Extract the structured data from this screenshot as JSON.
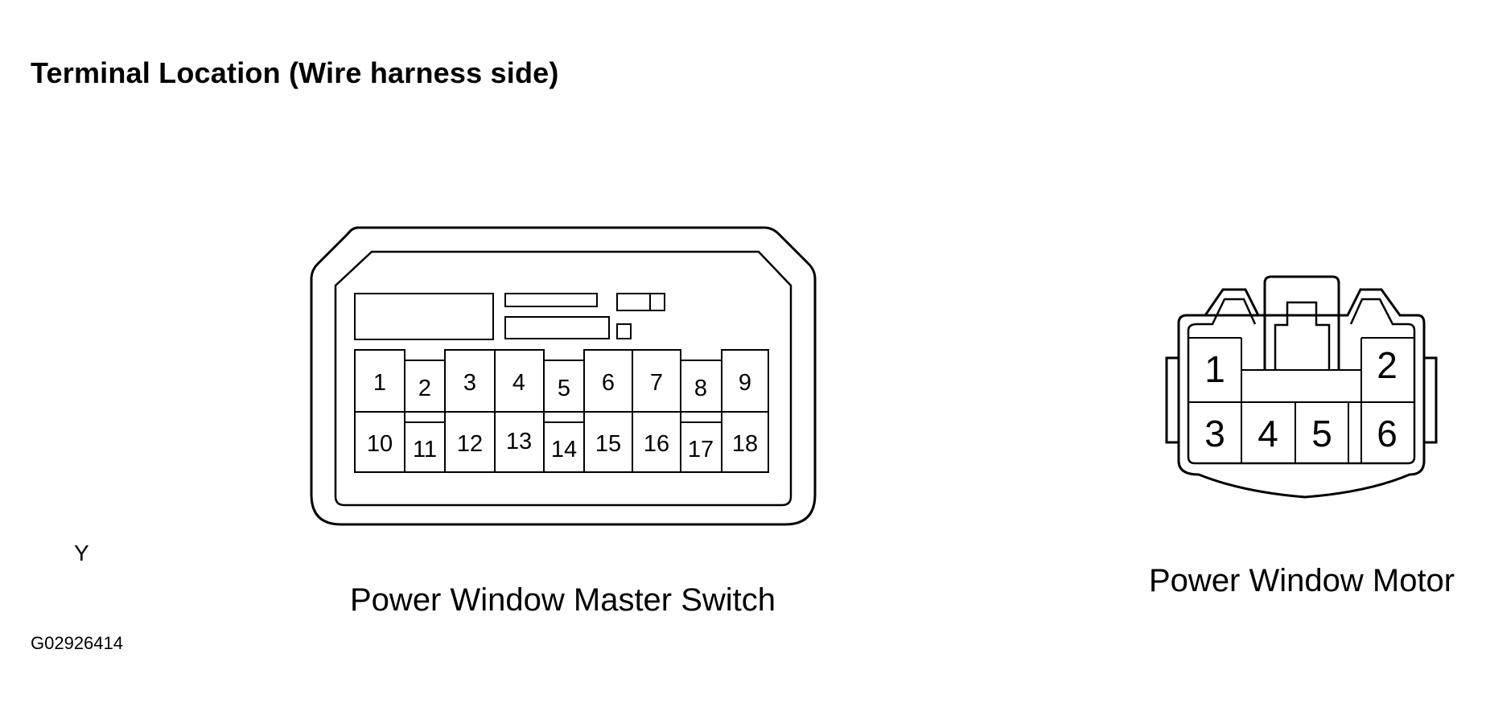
{
  "title": "Terminal Location (Wire harness side)",
  "master_switch": {
    "label": "Power Window Master Switch",
    "pins_top": [
      "1",
      "2",
      "3",
      "4",
      "5",
      "6",
      "7",
      "8",
      "9"
    ],
    "pins_bottom": [
      "10",
      "11",
      "12",
      "13",
      "14",
      "15",
      "16",
      "17",
      "18"
    ]
  },
  "motor": {
    "label": "Power Window Motor",
    "pins_top": [
      "1",
      "2"
    ],
    "pins_bottom": [
      "3",
      "4",
      "5",
      "6"
    ]
  },
  "orientation_mark": "Y",
  "figure_code": "G02926414"
}
